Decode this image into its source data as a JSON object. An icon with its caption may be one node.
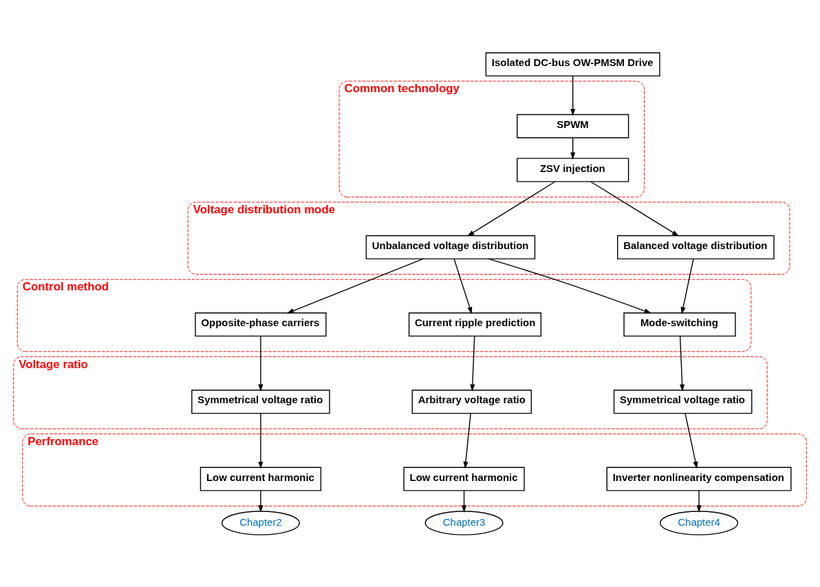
{
  "diagram": {
    "nodes": [
      {
        "text": [
          "Isolated DC-bus OW-PMSM Drive"
        ]
      },
      {
        "text": [
          "Common technology"
        ]
      },
      {
        "text": [
          "SPWM"
        ],
        "in": 1
      },
      {
        "text": [
          "ZSV injection"
        ],
        "in": 1
      },
      {
        "text": [
          "Voltage distribution mode"
        ]
      },
      {
        "text": [
          "Unbalanced voltage distribution"
        ],
        "in": 4
      },
      {
        "text": [
          "Balanced voltage distribution"
        ],
        "in": 4
      },
      {
        "text": [
          "Control method"
        ]
      },
      {
        "text": [
          "Opposite-phase carriers"
        ],
        "in": 7
      },
      {
        "text": [
          "Current ripple prediction"
        ],
        "in": 7
      },
      {
        "text": [
          "Mode-switching"
        ],
        "in": 7
      },
      {
        "text": [
          "Voltage ratio"
        ]
      },
      {
        "text": [
          "Symmetrical voltage ratio"
        ],
        "in": 11
      },
      {
        "text": [
          "Arbitrary voltage ratio"
        ],
        "in": 11
      },
      {
        "text": [
          "Symmetrical voltage ratio"
        ],
        "in": 11
      },
      {
        "text": [
          "Perfromance"
        ]
      },
      {
        "text": [
          "Low current harmonic"
        ],
        "in": 15
      },
      {
        "text": [
          "Low current harmonic"
        ],
        "in": 15
      },
      {
        "text": [
          "Inverter nonlinearity compensation"
        ],
        "in": 15
      },
      {
        "text": [
          "Chapter2"
        ]
      },
      {
        "text": [
          "Chapter3"
        ]
      },
      {
        "text": [
          "Chapter4"
        ]
      }
    ],
    "edges": [
      {
        "from": 0,
        "to": 2,
        "arrow": "to"
      },
      {
        "from": 2,
        "to": 3,
        "arrow": "to"
      },
      {
        "from": 3,
        "to": 5,
        "arrow": "to"
      },
      {
        "from": 3,
        "to": 6,
        "arrow": "to"
      },
      {
        "from": 5,
        "to": 8,
        "arrow": "to"
      },
      {
        "from": 5,
        "to": 9,
        "arrow": "to"
      },
      {
        "from": 5,
        "to": 10,
        "arrow": "to"
      },
      {
        "from": 6,
        "to": 10,
        "arrow": "to"
      },
      {
        "from": 8,
        "to": 12,
        "arrow": "to"
      },
      {
        "from": 9,
        "to": 13,
        "arrow": "to"
      },
      {
        "from": 10,
        "to": 14,
        "arrow": "to"
      },
      {
        "from": 12,
        "to": 16,
        "arrow": "to"
      },
      {
        "from": 13,
        "to": 17,
        "arrow": "to"
      },
      {
        "from": 14,
        "to": 18,
        "arrow": "to"
      },
      {
        "from": 16,
        "to": 19,
        "arrow": "to"
      },
      {
        "from": 17,
        "to": 20,
        "arrow": "to"
      },
      {
        "from": 18,
        "to": 21,
        "arrow": "to"
      }
    ]
  }
}
